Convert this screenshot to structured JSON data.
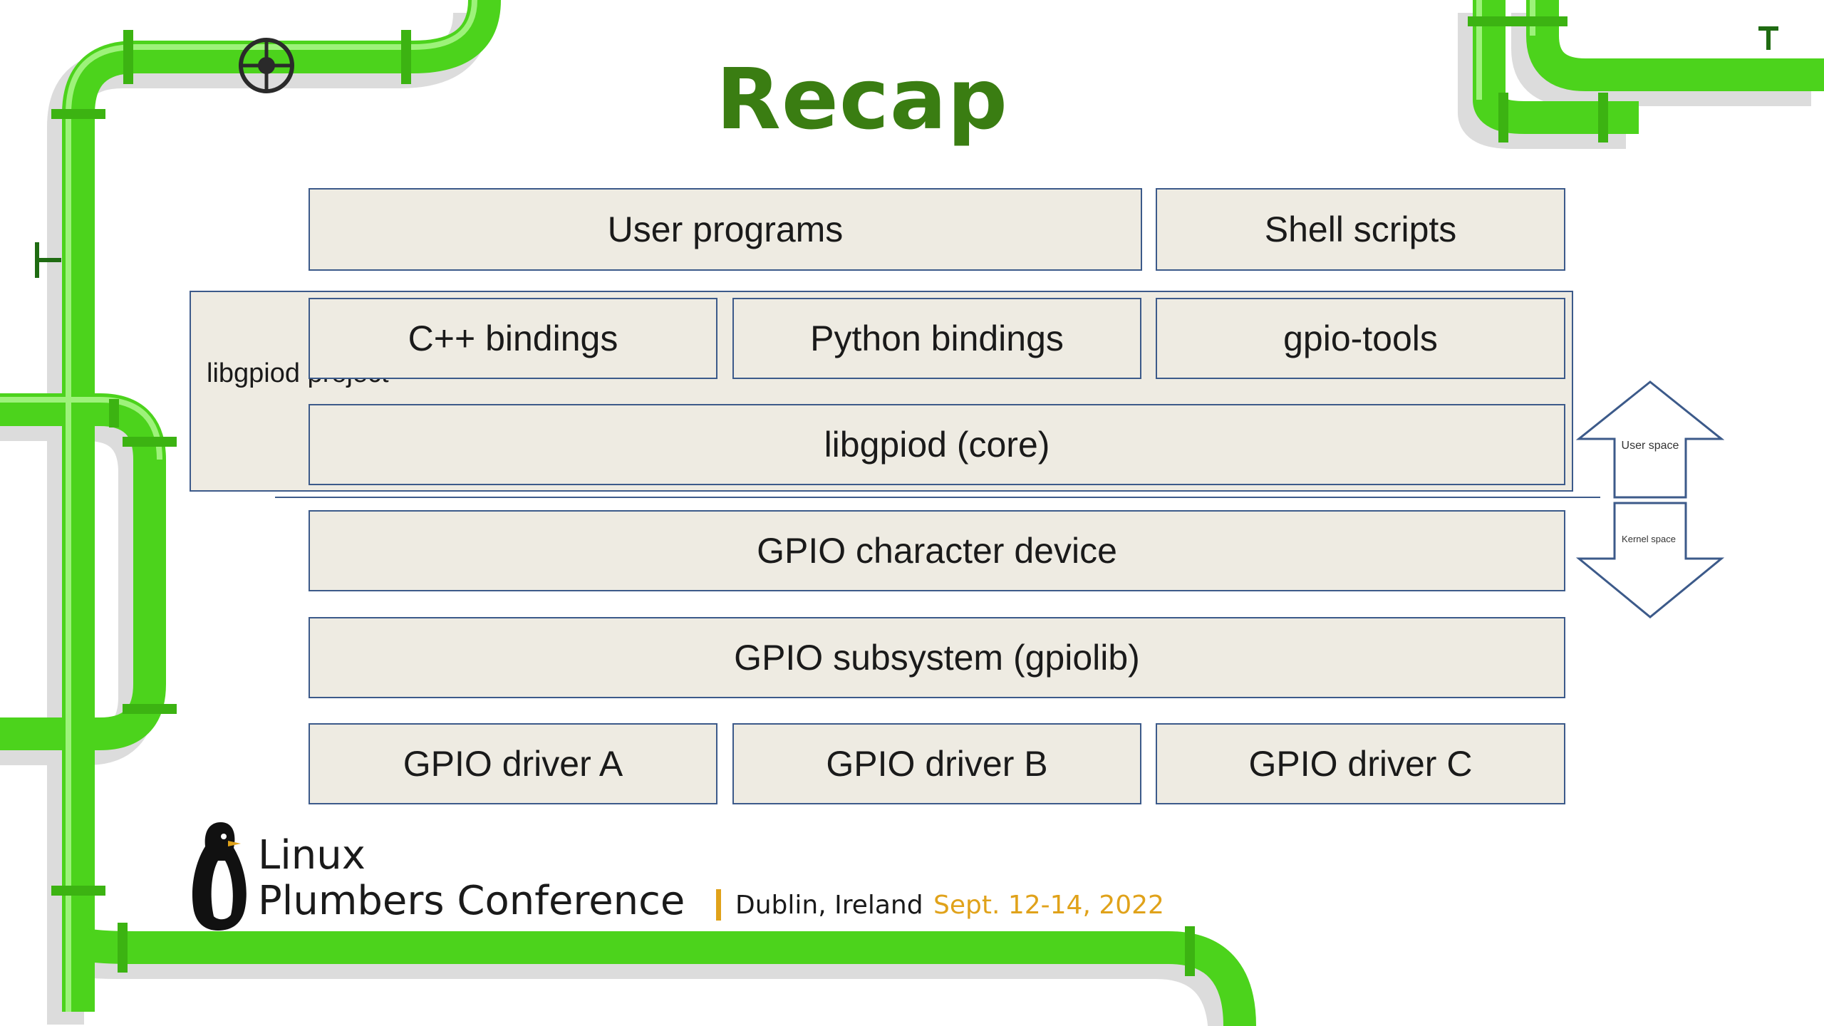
{
  "slide": {
    "title": "Recap",
    "colors": {
      "title": "#3a7d12",
      "pipe": "#4cd31c",
      "pipe_shadow": "#d8d8d8",
      "box_fill": "#eeebe2",
      "box_border": "#3c5a8a",
      "date": "#e0a21a"
    }
  },
  "diagram": {
    "top_row": [
      {
        "label": "User programs"
      },
      {
        "label": "Shell scripts"
      }
    ],
    "libgpiod_group": {
      "label": "libgpiod project",
      "bindings": [
        {
          "label": "C++ bindings"
        },
        {
          "label": "Python bindings"
        },
        {
          "label": "gpio-tools"
        }
      ],
      "core": {
        "label": "libgpiod (core)"
      }
    },
    "char_device": {
      "label": "GPIO character device"
    },
    "subsystem": {
      "label": "GPIO subsystem (gpiolib)"
    },
    "drivers": [
      {
        "label": "GPIO driver A"
      },
      {
        "label": "GPIO driver B"
      },
      {
        "label": "GPIO driver C"
      }
    ],
    "arrows": {
      "up": {
        "label": "User space",
        "icon": "up-arrow-icon"
      },
      "down": {
        "label": "Kernel space",
        "icon": "down-arrow-icon"
      }
    }
  },
  "footer": {
    "logo_icon": "penguin-icon",
    "line1": "Linux",
    "line2": "Plumbers Conference",
    "location": "Dublin, Ireland",
    "dates": "Sept. 12-14, 2022"
  }
}
